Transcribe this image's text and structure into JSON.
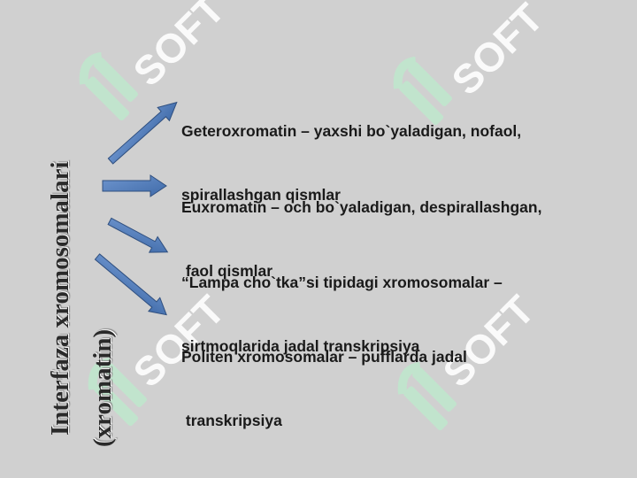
{
  "slide": {
    "vertical_title": {
      "line1": "Interfaza xromosomalari",
      "line2": "(xromatin)"
    },
    "items": [
      {
        "line1": "Geteroxromatin – yaxshi bo`yaladigan, nofaol,",
        "line2": "spirallashgan qismlar"
      },
      {
        "line1": "Euxromatin – och bo`yaladigan, despirallashgan,",
        "line2": " faol qismlar"
      },
      {
        "line1": "“Lampa cho`tka”si tipidagi xromosomalar –",
        "line2": "sirtmoqlarida jadal transkripsiya"
      },
      {
        "line1": "Politen xromosomalar – pufflarda jadal",
        "line2": " transkripsiya"
      }
    ],
    "watermark_text": "SOFT",
    "colors": {
      "background": "#d0d0d0",
      "arrow_fill": "#4f7bb8",
      "arrow_stroke": "#2f4f7f",
      "watermark": "#ffffff",
      "logo_green": "#b8e6c8"
    }
  }
}
